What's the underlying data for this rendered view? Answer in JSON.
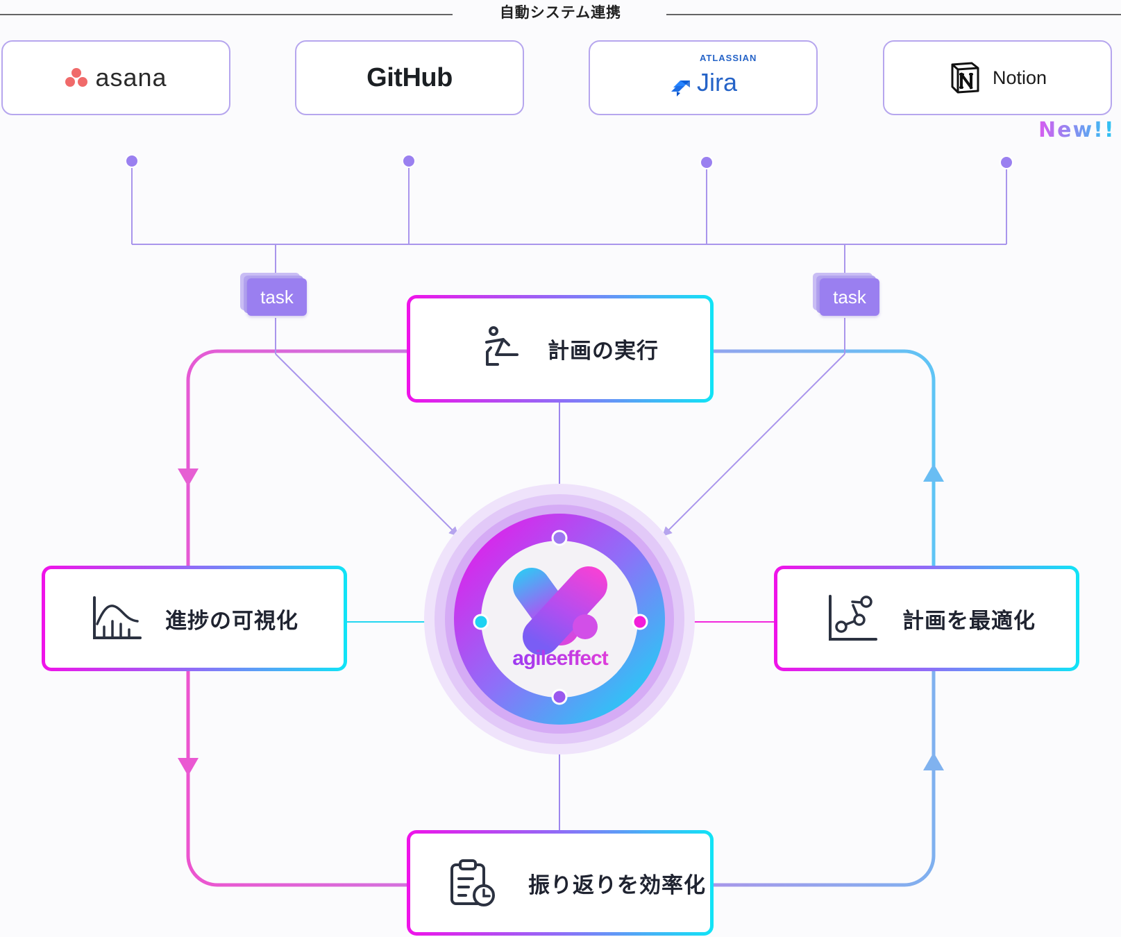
{
  "header": {
    "title": "自動システム連携"
  },
  "integrations": [
    {
      "name": "asana",
      "icon": "asana-logo-icon"
    },
    {
      "name": "GitHub",
      "icon": "github-logo-icon"
    },
    {
      "name": "Jira",
      "brand": "ATLASSIAN",
      "icon": "jira-logo-icon"
    },
    {
      "name": "Notion",
      "icon": "notion-logo-icon",
      "badge": "New!!"
    }
  ],
  "task_tags": [
    {
      "label": "task"
    },
    {
      "label": "task"
    }
  ],
  "steps": {
    "execute": {
      "label": "計画の実行",
      "icon": "running-person-icon"
    },
    "visualize": {
      "label": "進捗の可視化",
      "icon": "bar-chart-curve-icon"
    },
    "optimize": {
      "label": "計画を最適化",
      "icon": "scatter-graph-icon"
    },
    "retrospective": {
      "label": "振り返りを効率化",
      "icon": "clipboard-clock-icon"
    }
  },
  "center": {
    "brand": "agileeffect",
    "icon": "agileeffect-logo-icon"
  },
  "colors": {
    "accent_purple": "#9a7ff0",
    "magenta": "#f012e9",
    "cyan": "#10e4f6",
    "box_border": "#b6a6ee",
    "cycle_left": "#ea52cf",
    "cycle_right": "#6cb8f2"
  }
}
